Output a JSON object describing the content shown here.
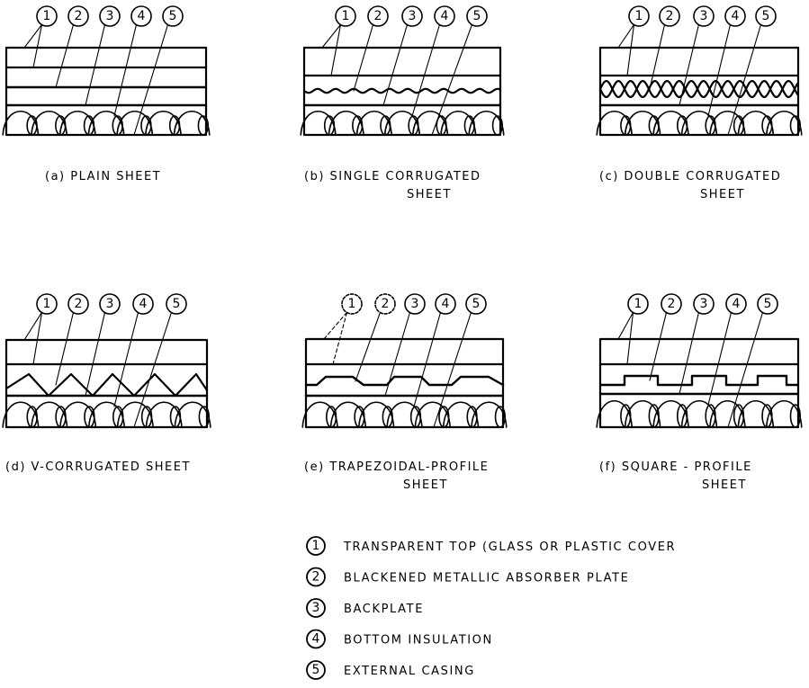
{
  "panels": [
    {
      "id": "a",
      "type": "plain",
      "caption_lines": [
        "(a) PLAIN SHEET"
      ]
    },
    {
      "id": "b",
      "type": "single",
      "caption_lines": [
        "(b) SINGLE CORRUGATED",
        "SHEET"
      ]
    },
    {
      "id": "c",
      "type": "double",
      "caption_lines": [
        "(c) DOUBLE CORRUGATED",
        "SHEET"
      ]
    },
    {
      "id": "d",
      "type": "v",
      "caption_lines": [
        "(d) V-CORRUGATED SHEET"
      ]
    },
    {
      "id": "e",
      "type": "trapezoid",
      "caption_lines": [
        "(e) TRAPEZOIDAL-PROFILE",
        "SHEET"
      ]
    },
    {
      "id": "f",
      "type": "square",
      "caption_lines": [
        "(f) SQUARE - PROFILE",
        "SHEET"
      ]
    }
  ],
  "callout_numbers": [
    "1",
    "2",
    "3",
    "4",
    "5"
  ],
  "legend": [
    {
      "number": "1",
      "label": "TRANSPARENT TOP (GLASS OR PLASTIC COVER"
    },
    {
      "number": "2",
      "label": "BLACKENED METALLIC ABSORBER PLATE"
    },
    {
      "number": "3",
      "label": "BACKPLATE"
    },
    {
      "number": "4",
      "label": "BOTTOM INSULATION"
    },
    {
      "number": "5",
      "label": "EXTERNAL CASING"
    }
  ],
  "colors": {
    "ink": "#000000",
    "paper": "#ffffff"
  }
}
